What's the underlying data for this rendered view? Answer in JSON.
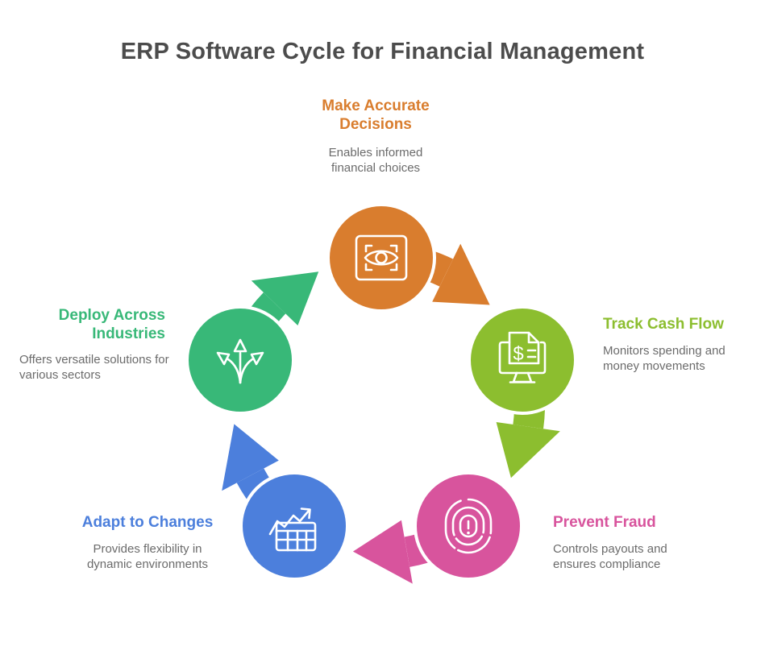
{
  "title": "ERP Software Cycle for Financial Management",
  "text_colors": {
    "title": "#4c4c4c",
    "description": "#6b6b6b"
  },
  "cycle_order": [
    "Make Accurate Decisions",
    "Track Cash Flow",
    "Prevent Fraud",
    "Adapt to Changes",
    "Deploy Across Industries"
  ],
  "nodes": [
    {
      "label": "Make Accurate Decisions",
      "description": "Enables informed financial choices",
      "color": "#d97d2e",
      "icon": "eye-scan-icon"
    },
    {
      "label": "Track Cash Flow",
      "description": "Monitors spending and money movements",
      "color": "#8cbe2f",
      "icon": "finance-monitor-icon"
    },
    {
      "label": "Prevent Fraud",
      "description": "Controls payouts and ensures compliance",
      "color": "#d8549d",
      "icon": "fingerprint-alert-icon"
    },
    {
      "label": "Adapt to Changes",
      "description": "Provides flexibility in dynamic environments",
      "color": "#4c7fdc",
      "icon": "growth-table-icon"
    },
    {
      "label": "Deploy Across Industries",
      "description": "Offers versatile solutions for various sectors",
      "color": "#38b878",
      "icon": "branch-arrows-icon"
    }
  ]
}
